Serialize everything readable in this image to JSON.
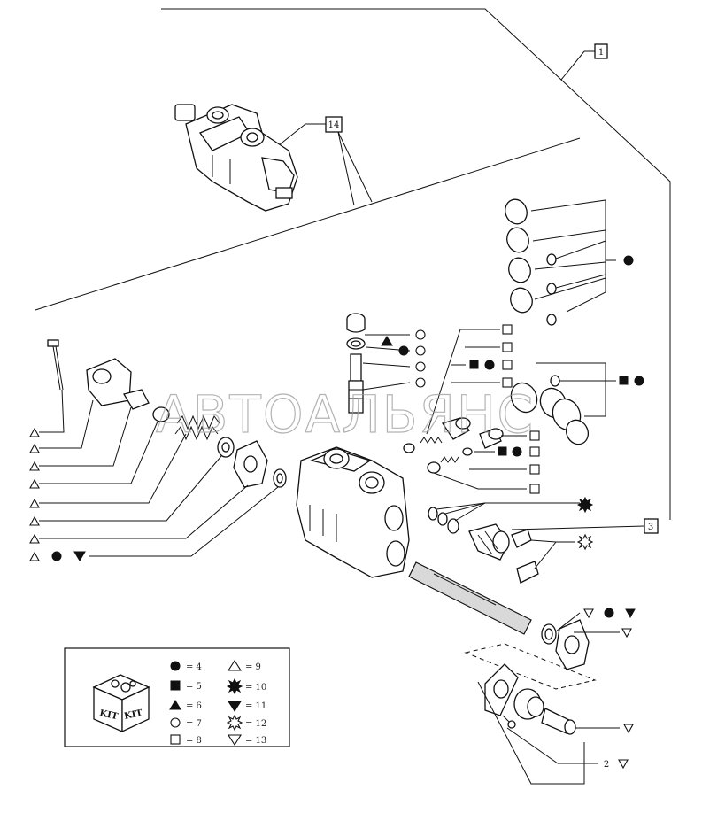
{
  "callouts": {
    "c1": "1",
    "c14": "14",
    "c3": "3",
    "c2": "2"
  },
  "legend": {
    "kit_label_left": "KIT",
    "kit_label_right": "KIT",
    "entries": [
      {
        "symbol": "filled-circle",
        "text": "= 4"
      },
      {
        "symbol": "filled-square",
        "text": "= 5"
      },
      {
        "symbol": "filled-triangle-up",
        "text": "= 6"
      },
      {
        "symbol": "open-circle",
        "text": "= 7"
      },
      {
        "symbol": "open-square",
        "text": "= 8"
      },
      {
        "symbol": "open-triangle-up",
        "text": "= 9"
      },
      {
        "symbol": "filled-star",
        "text": "= 10"
      },
      {
        "symbol": "filled-triangle-down",
        "text": "= 11"
      },
      {
        "symbol": "open-star",
        "text": "= 12"
      },
      {
        "symbol": "open-triangle-down",
        "text": "= 13"
      }
    ]
  },
  "watermark": "АВТОАЛЬЯНС"
}
